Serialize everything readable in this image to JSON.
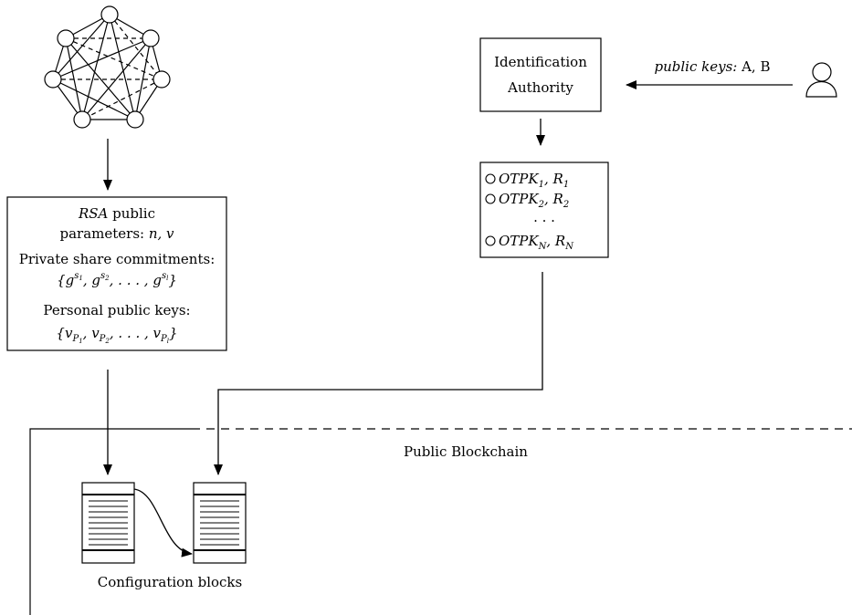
{
  "network": {
    "nodes": 7
  },
  "rsa_box": {
    "line1_var": "RSA",
    "line1_rest": " public",
    "line2_text": "parameters: ",
    "line2_vars": "n, v",
    "commit_label": "Private share commitments:",
    "commit_set": "{g",
    "commit_s1": "s",
    "commit_s1_sub": "1",
    "commit_mid": ", g",
    "commit_s2": "s",
    "commit_s2_sub": "2",
    "commit_dots": ", . . . , g",
    "commit_sl": "s",
    "commit_sl_sub": "l",
    "commit_close": "}",
    "keys_label": "Personal public keys:",
    "keys_open": "{v",
    "keys_p": "P",
    "keys_sub1": "1",
    "keys_comma1": ", v",
    "keys_sub2": "2",
    "keys_dots": ", . . . , v",
    "keys_subl": "l",
    "keys_close": "}"
  },
  "ia_box": {
    "line1": "Identification",
    "line2": "Authority"
  },
  "user_label": {
    "italic": "public keys:",
    "rest": " A, B"
  },
  "otpk_box": {
    "rows": [
      {
        "name": "OTPK",
        "sub": "1",
        "r": "R",
        "rsub": "1"
      },
      {
        "name": "OTPK",
        "sub": "2",
        "r": "R",
        "rsub": "2"
      },
      {
        "name": "OTPK",
        "sub": "N",
        "r": "R",
        "rsub": "N"
      }
    ],
    "ellipsis": ". . ."
  },
  "blockchain_label": "Public Blockchain",
  "blocks_label": "Configuration blocks"
}
